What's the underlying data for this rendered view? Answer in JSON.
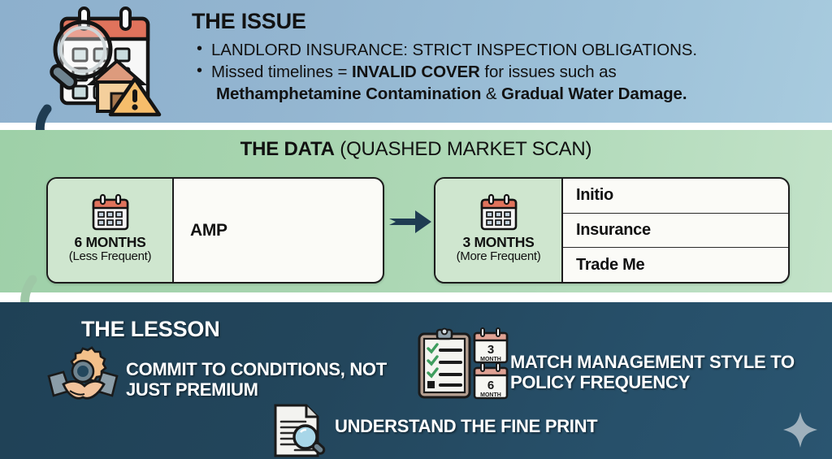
{
  "meta": {
    "colors": {
      "issue_band": "#96b8d2",
      "data_band": "#acd6b4",
      "lesson_band": "#23475d",
      "card_bg": "#fbfbf7",
      "card_label_bg": "#cfe6cf",
      "card_border": "#1c1c1c",
      "arrow_dark": "#1f3c52",
      "arrow_green": "#9ec8a6",
      "calendar_red": "#e0735c",
      "gear_orange": "#f3c08a",
      "check_green": "#3f9d5e",
      "sparkle": "#9fb1bd",
      "text_dark": "#121212",
      "text_light": "#ffffff"
    }
  },
  "issue": {
    "icon": "calendar-magnifier-house-warning-icon",
    "title": "THE ISSUE",
    "bullets": [
      {
        "id": "bullet-landlord-insurance",
        "bullet": true,
        "segments": [
          {
            "text": "LANDLORD INSURANCE: STRICT INSPECTION OBLIGATIONS.",
            "bold": false
          }
        ]
      },
      {
        "id": "bullet-missed-timelines",
        "bullet": true,
        "segments": [
          {
            "text": "Missed timelines = ",
            "bold": false
          },
          {
            "text": "INVALID COVER",
            "bold": true
          },
          {
            "text": " for issues such as",
            "bold": false
          }
        ]
      },
      {
        "id": "bullet-contamination-continuation",
        "bullet": false,
        "segments": [
          {
            "text": "Methamphetamine Contamination",
            "bold": true
          },
          {
            "text": " & ",
            "bold": false
          },
          {
            "text": "Gradual Water Damage.",
            "bold": true
          }
        ]
      }
    ]
  },
  "data": {
    "title_strong": "THE DATA",
    "title_rest": " (QUASHED MARKET SCAN)",
    "mid_arrow_icon": "arrow-right-icon",
    "cards": [
      {
        "id": "card-6-months",
        "icon": "calendar-icon",
        "months": "6 MONTHS",
        "frequency": "(Less Frequent)",
        "layout": "single",
        "brands": [
          "AMP"
        ]
      },
      {
        "id": "card-3-months",
        "icon": "calendar-icon",
        "months": "3 MONTHS",
        "frequency": "(More Frequent)",
        "layout": "list",
        "brands": [
          "Initio",
          "Insurance",
          "Trade Me"
        ]
      }
    ]
  },
  "lesson": {
    "title": "THE LESSON",
    "items": [
      {
        "id": "lesson-commit-to-conditions",
        "icon": "handshake-gear-icon",
        "text": "COMMIT TO CONDITIONS, NOT JUST PREMIUM"
      },
      {
        "id": "lesson-match-management-style",
        "icon": "clipboard-calendars-icon",
        "text": "MATCH MANAGEMENT STYLE TO POLICY FREQUENCY",
        "calendar_badges": [
          "3 MONTH",
          "6 MONTH"
        ]
      },
      {
        "id": "lesson-understand-fine-print",
        "icon": "document-magnifier-icon",
        "text": "UNDERSTAND THE FINE PRINT"
      }
    ],
    "decoration": "sparkle-icon"
  },
  "connectors": [
    {
      "id": "connector-issue-to-data",
      "icon": "curved-arrow-down-right-icon",
      "color": "#1f3c52"
    },
    {
      "id": "connector-data-to-lesson",
      "icon": "curved-arrow-down-right-icon",
      "color": "#9ec8a6"
    }
  ]
}
